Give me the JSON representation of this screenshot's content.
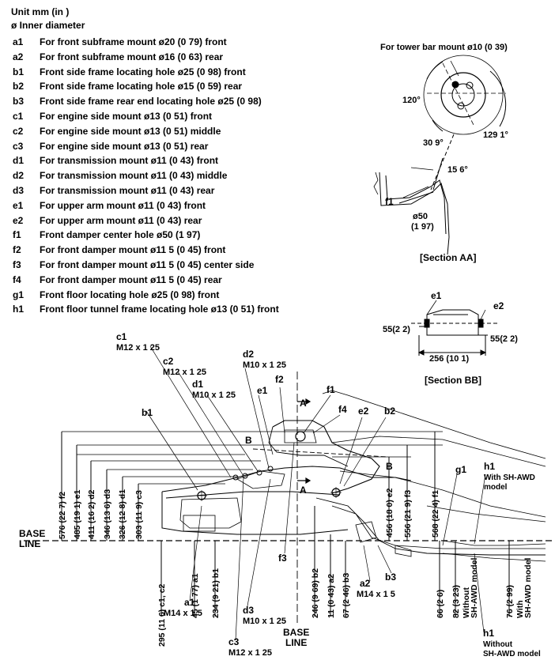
{
  "header": {
    "unit": "Unit mm (in )",
    "diameter_note": "ø Inner diameter"
  },
  "legend": [
    {
      "code": "a1",
      "text": "For front subframe mount ø20 (0 79) front"
    },
    {
      "code": "a2",
      "text": "For front subframe mount ø16 (0 63) rear"
    },
    {
      "code": "b1",
      "text": "Front side frame locating hole ø25 (0 98) front"
    },
    {
      "code": "b2",
      "text": "Front side frame locating hole ø15 (0 59) rear"
    },
    {
      "code": "b3",
      "text": "Front side frame rear end locating hole ø25 (0 98)"
    },
    {
      "code": "c1",
      "text": "For engine side mount ø13 (0 51) front"
    },
    {
      "code": "c2",
      "text": "For engine side mount ø13 (0 51) middle"
    },
    {
      "code": "c3",
      "text": "For engine side mount ø13 (0 51) rear"
    },
    {
      "code": "d1",
      "text": "For transmission mount ø11 (0 43) front"
    },
    {
      "code": "d2",
      "text": "For transmission mount ø11 (0 43) middle"
    },
    {
      "code": "d3",
      "text": "For transmission mount ø11 (0 43) rear"
    },
    {
      "code": "e1",
      "text": "For upper arm mount ø11 (0 43) front"
    },
    {
      "code": "e2",
      "text": "For upper arm mount ø11 (0 43) rear"
    },
    {
      "code": "f1",
      "text": "Front damper center hole ø50 (1 97)"
    },
    {
      "code": "f2",
      "text": "For front damper mount ø11 5 (0 45) front"
    },
    {
      "code": "f3",
      "text": "For front damper mount ø11 5 (0 45) center side"
    },
    {
      "code": "f4",
      "text": "For front damper mount ø11 5 (0 45) rear"
    },
    {
      "code": "g1",
      "text": "Front floor locating hole ø25 (0 98) front"
    },
    {
      "code": "h1",
      "text": "Front floor tunnel frame locating hole ø13 (0 51) front"
    }
  ],
  "section_aa": {
    "tower_bar": "For tower bar mount ø10 (0 39)",
    "angle_120": "120°",
    "angle_129": "129 1°",
    "angle_30": "30 9°",
    "angle_15": "15 6°",
    "f1": "f1",
    "dia": "ø50",
    "dia_in": "(1 97)",
    "caption": "[Section AA]"
  },
  "section_bb": {
    "e1": "e1",
    "e2": "e2",
    "left_dim": "55(2 2)",
    "right_dim": "55(2 2)",
    "width_dim": "256 (10 1)",
    "caption": "[Section BB]"
  },
  "main": {
    "c1": "c1",
    "c1_bolt": "M12 x 1 25",
    "c2": "c2",
    "c2_bolt": "M12 x 1 25",
    "d1": "d1",
    "d1_bolt": "M10 x 1 25",
    "d2": "d2",
    "d2_bolt": "M10 x 1 25",
    "e1": "e1",
    "f2": "f2",
    "f1": "f1",
    "f4": "f4",
    "e2": "e2",
    "b2": "b2",
    "b1": "b1",
    "sec_a_top": "A",
    "sec_a_bot": "A",
    "sec_b_left": "B",
    "sec_b_right": "B",
    "g1": "g1",
    "h1_top": "h1",
    "h1_top_note1": "With SH-AWD",
    "h1_top_note2": "model",
    "base_line_left1": "BASE",
    "base_line_left2": "LINE",
    "base_line_bottom1": "BASE",
    "base_line_bottom2": "LINE",
    "f3": "f3",
    "b3": "b3",
    "a1": "a1",
    "a1_bolt": "M14 x 1 5",
    "a2": "a2",
    "a2_bolt": "M14 x 1 5",
    "d3": "d3",
    "d3_bolt": "M10 x 1 25",
    "c3": "c3",
    "c3_bolt": "M12 x 1 25",
    "h1_bot": "h1",
    "h1_bot_note1": "Without",
    "h1_bot_note2": "SH-AWD model",
    "dims_above": [
      "576 (22 7) f2",
      "485 (19 1) e1",
      "411 (16 2) d2",
      "346 (13 6) d3",
      "326 (12 8) d1",
      "303 (11 9) c3",
      "456 (18 0) e2",
      "556 (21 9) f3",
      "568 (22 4) f1"
    ],
    "dims_below": [
      "295 (11 6) c1, c2",
      "45 (1 77) a1",
      "234 (9 21) b1",
      "246 (9 69) b2",
      "11 (0 43) a2",
      "67 (2 46) b3",
      "66 (2 6)",
      "82 (3 23)",
      "76 (2 99)"
    ],
    "dim_82_note1": "Without",
    "dim_82_note2": "SH-AWD model",
    "dim_76_note1": "With",
    "dim_76_note2": "SH-AWD model"
  }
}
